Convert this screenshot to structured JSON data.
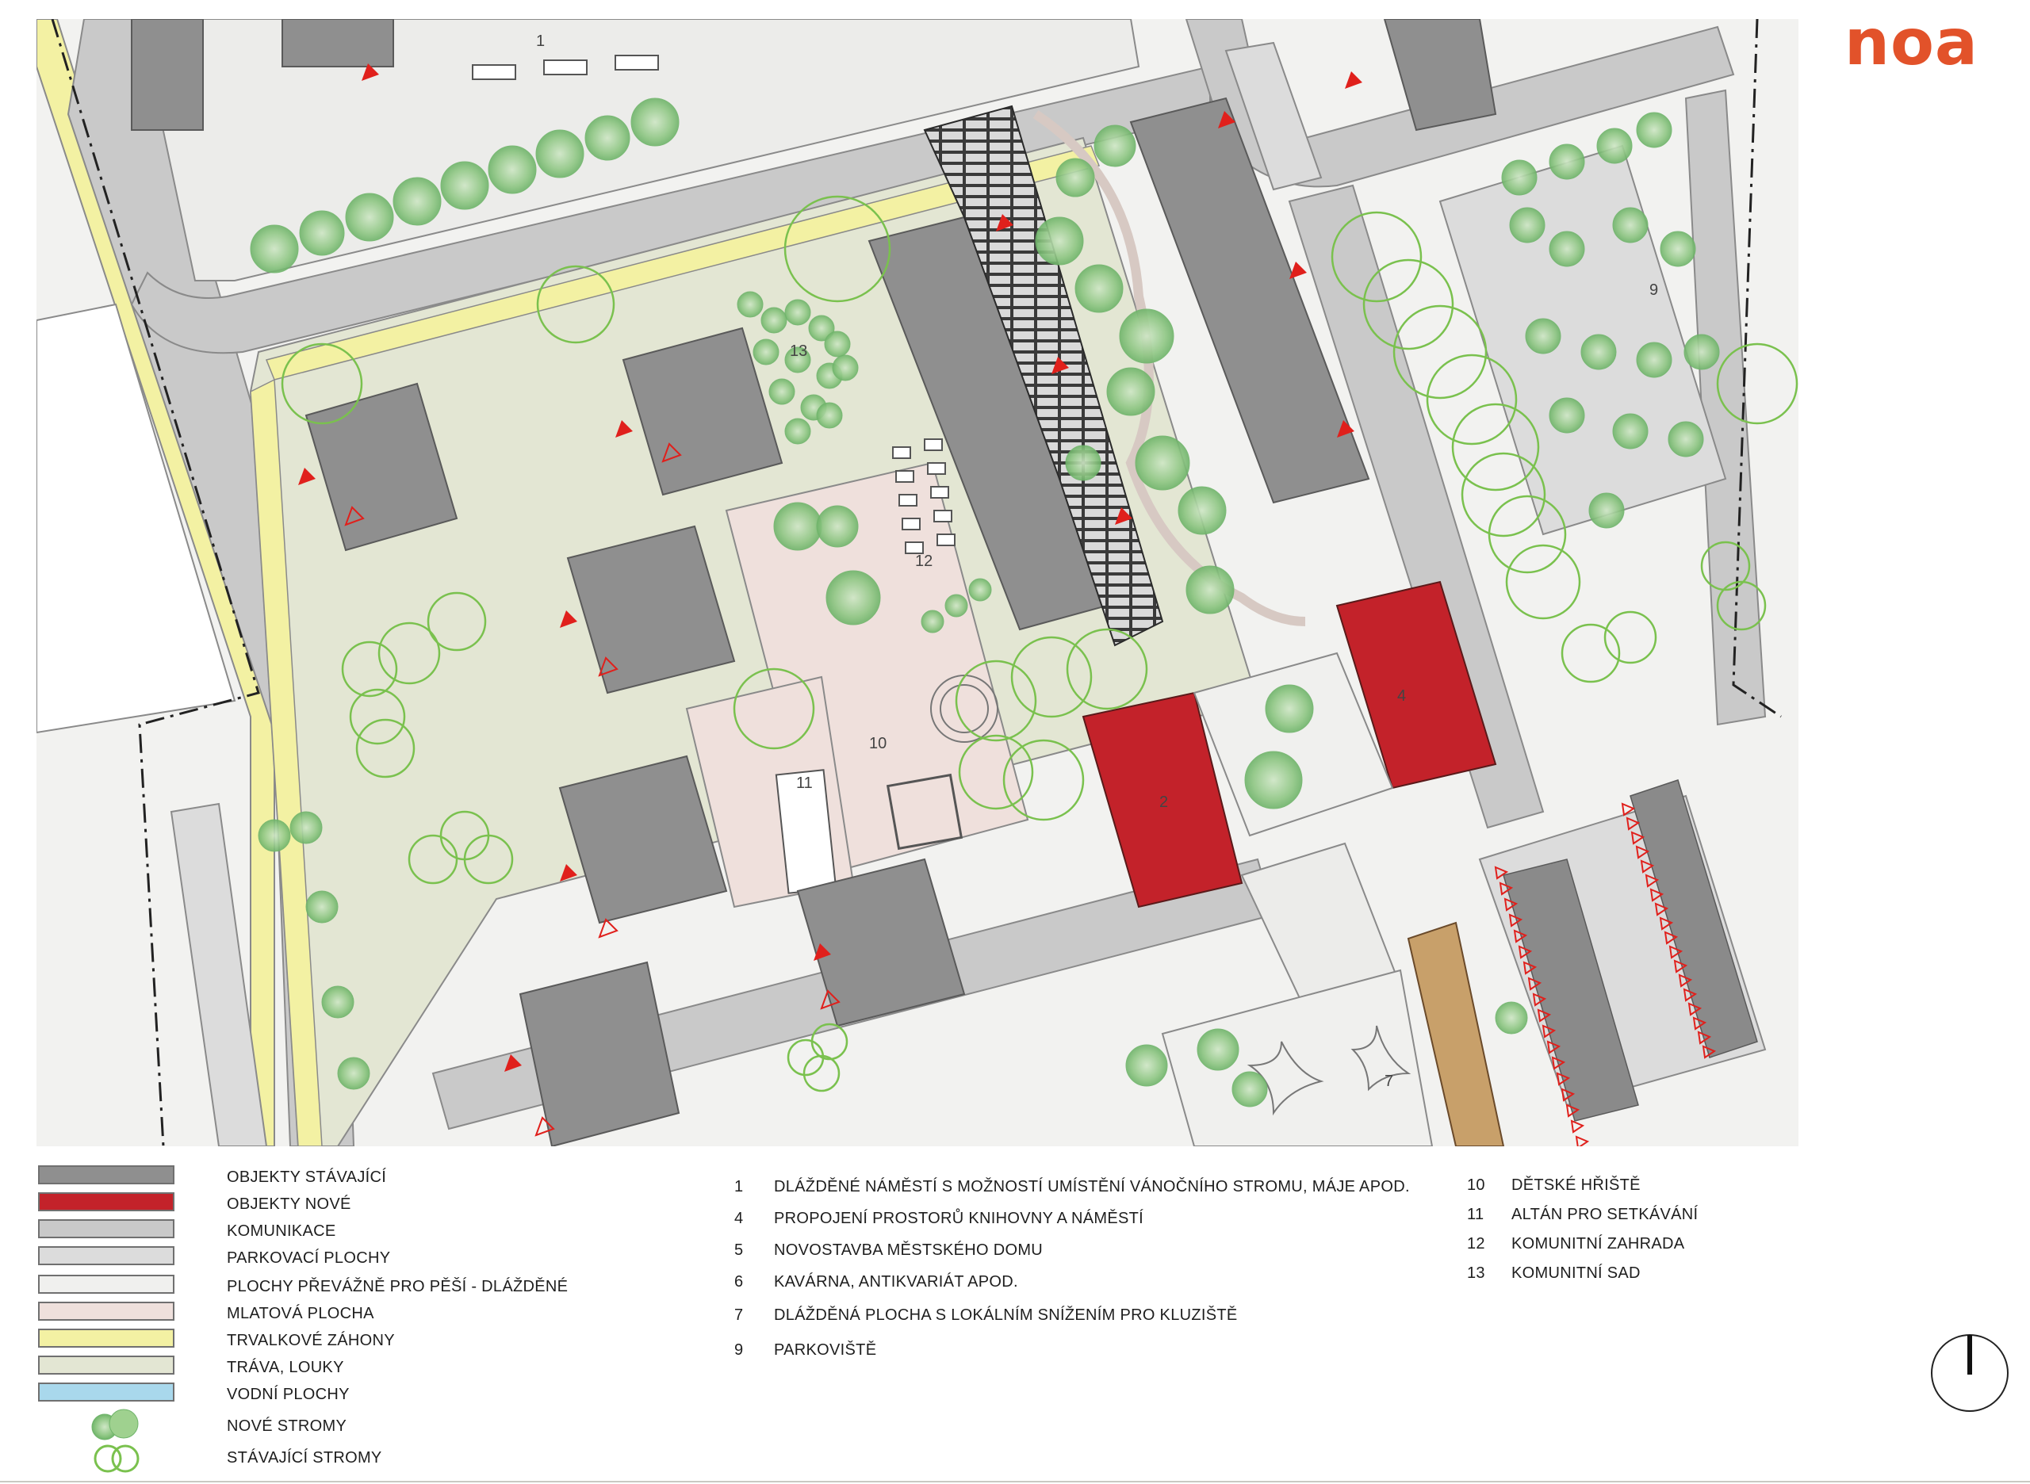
{
  "brand": {
    "logo_text": "noa",
    "logo_color": "#e2522a"
  },
  "colors": {
    "existing_building": "#8f8f8f",
    "new_building": "#c3222a",
    "road": "#c9c9c9",
    "parking": "#dcdcdc",
    "pedestrian": "#f0f0ee",
    "threshing": "#efe0dc",
    "flower_bed": "#f3f1a3",
    "grass": "#e3e6d3",
    "water": "#a9d8ec",
    "tree_new": "#5fae5a",
    "tree_existing": "#7ac14e",
    "entrance_arrow": "#e0201c",
    "brown_surface": "#c8a06a"
  },
  "map_labels": {
    "l1": "1",
    "l2": "2",
    "l4": "4",
    "l7": "7",
    "l9": "9",
    "l10": "10",
    "l11": "11",
    "l12": "12",
    "l13": "13"
  },
  "legend": {
    "items": [
      {
        "label": "OBJEKTY STÁVAJÍCÍ",
        "color": "#8f8f8f"
      },
      {
        "label": "OBJEKTY NOVÉ",
        "color": "#c3222a"
      },
      {
        "label": "KOMUNIKACE",
        "color": "#c9c9c9"
      },
      {
        "label": "PARKOVACÍ PLOCHY",
        "color": "#dcdcdc"
      },
      {
        "label": "PLOCHY PŘEVÁŽNĚ PRO PĚŠÍ - DLÁŽDĚNÉ",
        "color": "#f0f0ee"
      },
      {
        "label": "MLATOVÁ PLOCHA",
        "color": "#efe0dc"
      },
      {
        "label": "TRVALKOVÉ ZÁHONY",
        "color": "#f3f1a3"
      },
      {
        "label": "TRÁVA, LOUKY",
        "color": "#e3e6d3"
      },
      {
        "label": "VODNÍ PLOCHY",
        "color": "#a9d8ec"
      },
      {
        "label": "NOVÉ STROMY",
        "icon": "new-trees-icon"
      },
      {
        "label": "STÁVAJÍCÍ STROMY",
        "icon": "existing-trees-icon"
      }
    ]
  },
  "notes": {
    "col1": [
      {
        "num": "1",
        "text": "DLÁŽDĚNÉ NÁMĚSTÍ S MOŽNOSTÍ UMÍSTĚNÍ VÁNOČNÍHO STROMU, MÁJE APOD."
      },
      {
        "num": "4",
        "text": "PROPOJENÍ PROSTORŮ KNIHOVNY A NÁMĚSTÍ"
      },
      {
        "num": "5",
        "text": "NOVOSTAVBA MĚSTSKÉHO DOMU"
      },
      {
        "num": "6",
        "text": "KAVÁRNA, ANTIKVARIÁT APOD."
      },
      {
        "num": "7",
        "text": "DLÁŽDĚNÁ PLOCHA S LOKÁLNÍM SNÍŽENÍM PRO KLUZIŠTĚ"
      },
      {
        "num": "9",
        "text": "PARKOVIŠTĚ"
      }
    ],
    "col2": [
      {
        "num": "10",
        "text": "DĚTSKÉ HŘIŠTĚ"
      },
      {
        "num": "11",
        "text": "ALTÁN PRO SETKÁVÁNÍ"
      },
      {
        "num": "12",
        "text": "KOMUNITNÍ ZAHRADA"
      },
      {
        "num": "13",
        "text": "KOMUNITNÍ SAD"
      }
    ]
  },
  "compass_icon": "north-arrow-icon"
}
